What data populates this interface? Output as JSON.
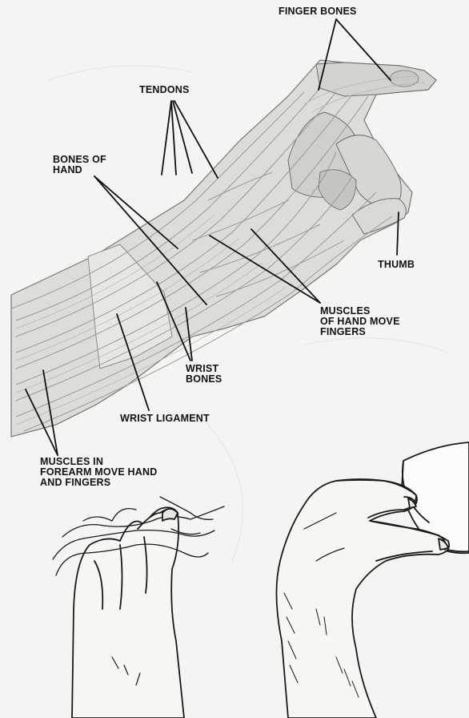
{
  "labels": {
    "finger_bones": "FINGER BONES",
    "tendons": "TENDONS",
    "bones_of_hand": [
      "BONES OF",
      "HAND"
    ],
    "thumb": "THUMB",
    "muscles_of_hand": [
      "MUSCLES",
      "OF HAND MOVE",
      "FINGERS"
    ],
    "wrist_bones": [
      "WRIST",
      "BONES"
    ],
    "wrist_ligament": "WRIST LIGAMENT",
    "muscles_in_forearm": [
      "MUSCLES IN",
      "FOREARM MOVE HAND",
      "AND FINGERS"
    ]
  }
}
